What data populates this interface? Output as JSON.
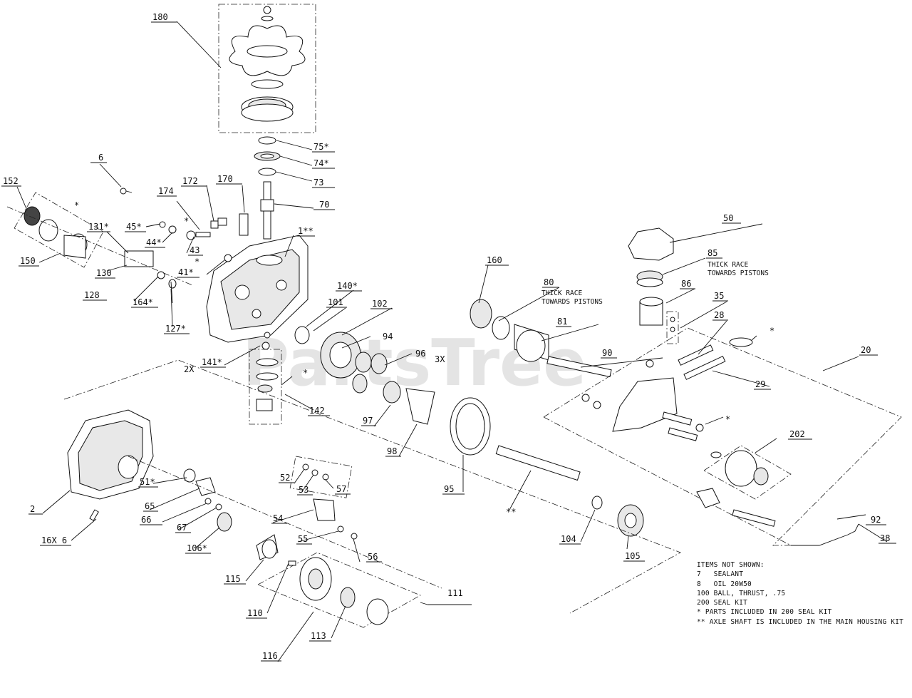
{
  "watermark": "PartsTree",
  "callouts": [
    {
      "id": "c180",
      "text": "180"
    },
    {
      "id": "c75",
      "text": "75*"
    },
    {
      "id": "c74",
      "text": "74*"
    },
    {
      "id": "c73",
      "text": "73"
    },
    {
      "id": "c70",
      "text": "70"
    },
    {
      "id": "c6",
      "text": "6"
    },
    {
      "id": "c172",
      "text": "172"
    },
    {
      "id": "c170",
      "text": "170"
    },
    {
      "id": "c174",
      "text": "174"
    },
    {
      "id": "c152",
      "text": "152"
    },
    {
      "id": "cstar1",
      "text": "*"
    },
    {
      "id": "c131",
      "text": "131*"
    },
    {
      "id": "c45",
      "text": "45*"
    },
    {
      "id": "c44",
      "text": "44*"
    },
    {
      "id": "cstar2",
      "text": "*"
    },
    {
      "id": "c43",
      "text": "43"
    },
    {
      "id": "c1",
      "text": "1**"
    },
    {
      "id": "c150",
      "text": "150"
    },
    {
      "id": "c130",
      "text": "130"
    },
    {
      "id": "cstar3",
      "text": "*"
    },
    {
      "id": "c41",
      "text": "41*"
    },
    {
      "id": "c128",
      "text": "128"
    },
    {
      "id": "c164",
      "text": "164*"
    },
    {
      "id": "c140",
      "text": "140*"
    },
    {
      "id": "c101",
      "text": "101"
    },
    {
      "id": "c102",
      "text": "102"
    },
    {
      "id": "c127",
      "text": "127*"
    },
    {
      "id": "c94",
      "text": "94"
    },
    {
      "id": "c2x",
      "text": "2X"
    },
    {
      "id": "c141",
      "text": "141*"
    },
    {
      "id": "c96",
      "text": "96"
    },
    {
      "id": "c3x",
      "text": "3X"
    },
    {
      "id": "cstar4",
      "text": "*"
    },
    {
      "id": "c142",
      "text": "142"
    },
    {
      "id": "c97",
      "text": "97"
    },
    {
      "id": "c98",
      "text": "98"
    },
    {
      "id": "c160",
      "text": "160"
    },
    {
      "id": "c80",
      "text": "80"
    },
    {
      "id": "c81",
      "text": "81"
    },
    {
      "id": "c90",
      "text": "90"
    },
    {
      "id": "c50",
      "text": "50"
    },
    {
      "id": "c85",
      "text": "85"
    },
    {
      "id": "c86",
      "text": "86"
    },
    {
      "id": "c35",
      "text": "35"
    },
    {
      "id": "c28",
      "text": "28"
    },
    {
      "id": "cstar5",
      "text": "*"
    },
    {
      "id": "c20",
      "text": "20"
    },
    {
      "id": "c29",
      "text": "29"
    },
    {
      "id": "cstar6",
      "text": "*"
    },
    {
      "id": "c202",
      "text": "202"
    },
    {
      "id": "c95",
      "text": "95"
    },
    {
      "id": "c2",
      "text": "2"
    },
    {
      "id": "c16x6",
      "text": "16X 6"
    },
    {
      "id": "c51",
      "text": "51*"
    },
    {
      "id": "c65",
      "text": "65"
    },
    {
      "id": "c66",
      "text": "66"
    },
    {
      "id": "c67",
      "text": "67"
    },
    {
      "id": "c106",
      "text": "106*"
    },
    {
      "id": "c52",
      "text": "52"
    },
    {
      "id": "c53",
      "text": "53"
    },
    {
      "id": "c57",
      "text": "57"
    },
    {
      "id": "c54",
      "text": "54"
    },
    {
      "id": "c55",
      "text": "55"
    },
    {
      "id": "c56",
      "text": "56"
    },
    {
      "id": "c115",
      "text": "115"
    },
    {
      "id": "c110",
      "text": "110"
    },
    {
      "id": "c111",
      "text": "111"
    },
    {
      "id": "c113",
      "text": "113"
    },
    {
      "id": "c116",
      "text": "116"
    },
    {
      "id": "cdstar",
      "text": "**"
    },
    {
      "id": "c104",
      "text": "104"
    },
    {
      "id": "c105",
      "text": "105"
    },
    {
      "id": "c92",
      "text": "92"
    },
    {
      "id": "c38",
      "text": "38"
    }
  ],
  "annotations": {
    "thick_race_80_l1": "THICK RACE",
    "thick_race_80_l2": "TOWARDS PISTONS",
    "thick_race_85_l1": "THICK RACE",
    "thick_race_85_l2": "TOWARDS PISTONS"
  },
  "notes": {
    "title": "ITEMS NOT SHOWN:",
    "lines": [
      "7   SEALANT",
      "8   OIL 20W50",
      "100 BALL, THRUST, .75",
      "200 SEAL KIT",
      "* PARTS INCLUDED IN 200 SEAL KIT",
      "** AXLE SHAFT IS INCLUDED IN THE MAIN HOUSING KIT"
    ]
  }
}
